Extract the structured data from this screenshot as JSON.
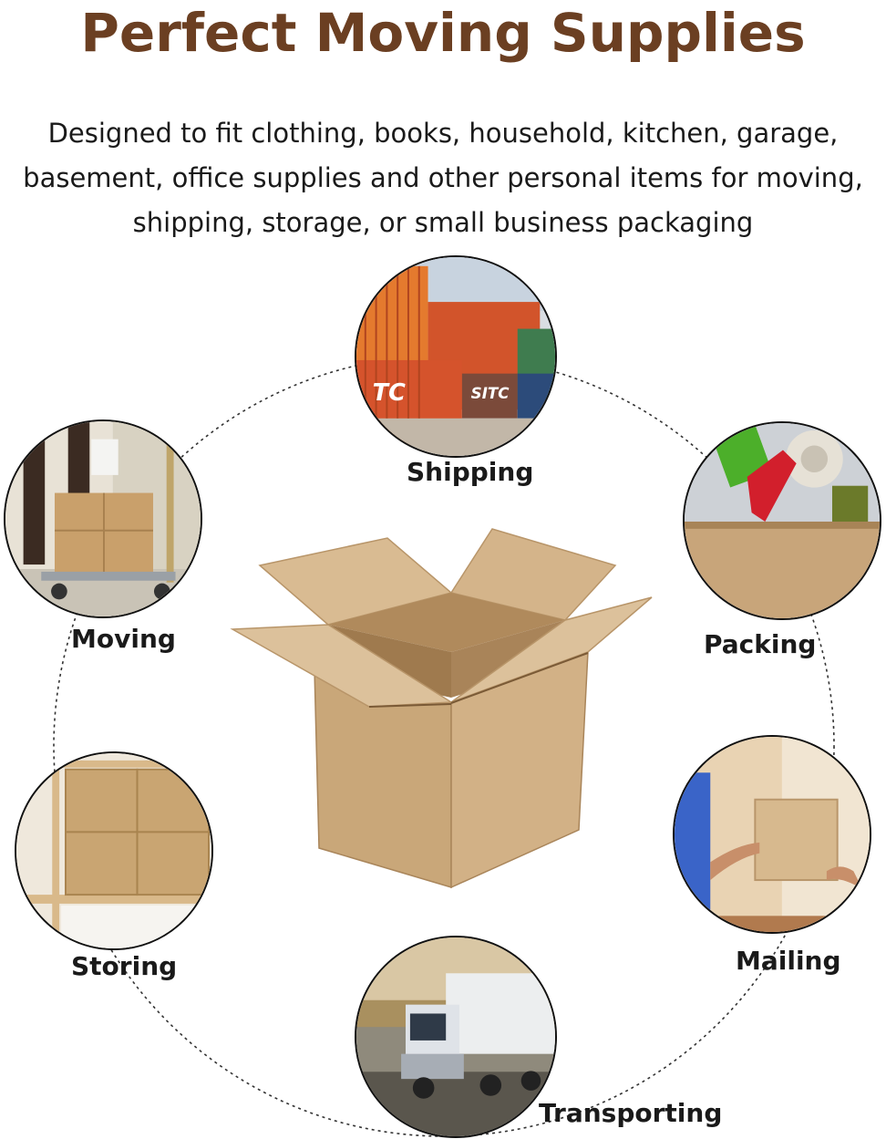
{
  "title": "Perfect Moving Supplies",
  "subtitle_lines": [
    "Designed to fit clothing, books, household, kitchen, garage,",
    "basement, office supplies and other personal items for moving,",
    "shipping, storage, or small business packaging"
  ],
  "uses": {
    "shipping": {
      "label": "Shipping",
      "container_text_1": "TC",
      "container_text_2": "SITC"
    },
    "moving": {
      "label": "Moving"
    },
    "packing": {
      "label": "Packing"
    },
    "storing": {
      "label": "Storing"
    },
    "mailing": {
      "label": "Mailing"
    },
    "transporting": {
      "label": "Transporting"
    }
  },
  "colors": {
    "title": "#6b3f22",
    "cardboard": "#c9a579",
    "ring": "#333333"
  }
}
